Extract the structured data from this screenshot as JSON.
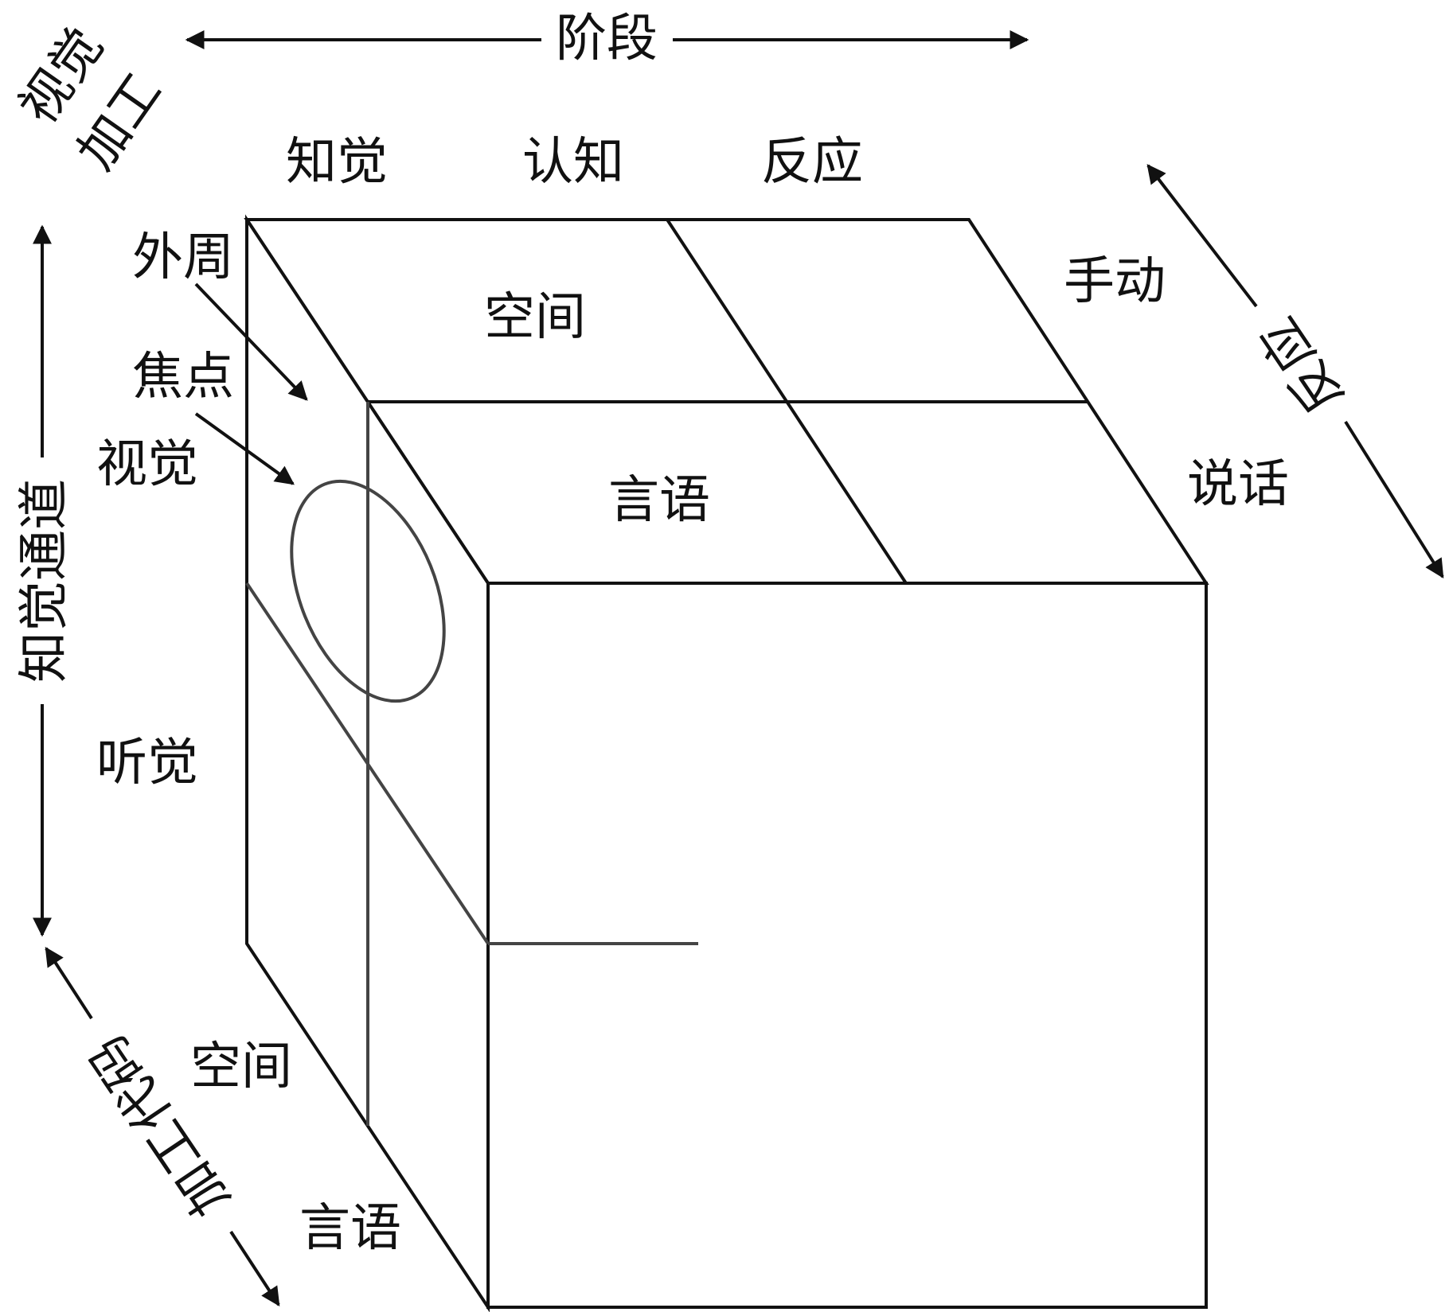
{
  "axes": {
    "stages": "阶段",
    "visual_processing_line1": "视觉",
    "visual_processing_line2": "加工",
    "perceptual_channel": "知觉通道",
    "processing_code": "加工代码",
    "response": "反应"
  },
  "stages": {
    "perception": "知觉",
    "cognition": "认知",
    "responding": "反应"
  },
  "top_face": {
    "spatial": "空间",
    "verbal": "言语"
  },
  "responses": {
    "manual": "手动",
    "vocal": "说话"
  },
  "left_face": {
    "ambient": "外周",
    "focal": "焦点",
    "visual": "视觉",
    "auditory": "听觉"
  },
  "codes": {
    "spatial": "空间",
    "verbal": "言语"
  },
  "colors": {
    "line": "#111111",
    "ellipse": "#444444"
  }
}
